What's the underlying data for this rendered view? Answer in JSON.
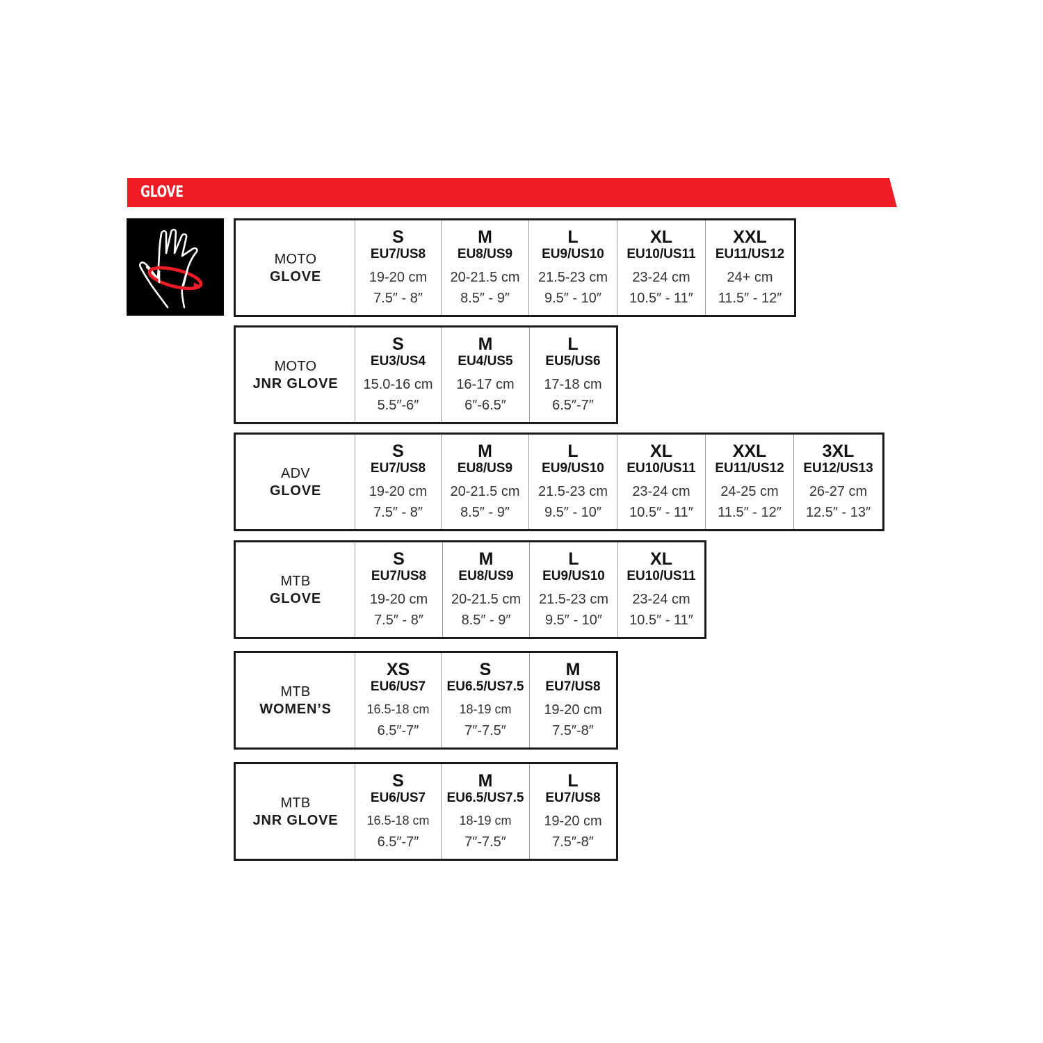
{
  "header": {
    "title": "GLOVE",
    "band_color": "#ee1c25"
  },
  "hand_icon": {
    "name": "hand-measure-icon",
    "ring_color": "#ee1c25"
  },
  "tables": [
    {
      "id": "moto-glove",
      "label_line1": "MOTO",
      "label_line2": "GLOVE",
      "sizes": [
        {
          "size": "S",
          "eu_us": "EU7/US8",
          "cm": "19-20 cm",
          "inches": "7.5″ - 8″"
        },
        {
          "size": "M",
          "eu_us": "EU8/US9",
          "cm": "20-21.5 cm",
          "inches": "8.5″ - 9″"
        },
        {
          "size": "L",
          "eu_us": "EU9/US10",
          "cm": "21.5-23 cm",
          "inches": "9.5″ - 10″"
        },
        {
          "size": "XL",
          "eu_us": "EU10/US11",
          "cm": "23-24 cm",
          "inches": "10.5″ - 11″"
        },
        {
          "size": "XXL",
          "eu_us": "EU11/US12",
          "cm": "24+ cm",
          "inches": "11.5″ - 12″"
        }
      ]
    },
    {
      "id": "moto-jnr-glove",
      "label_line1": "MOTO",
      "label_line2": "JNR GLOVE",
      "sizes": [
        {
          "size": "S",
          "eu_us": "EU3/US4",
          "cm": "15.0-16 cm",
          "inches": "5.5″-6″"
        },
        {
          "size": "M",
          "eu_us": "EU4/US5",
          "cm": "16-17 cm",
          "inches": "6″-6.5″"
        },
        {
          "size": "L",
          "eu_us": "EU5/US6",
          "cm": "17-18 cm",
          "inches": "6.5″-7″"
        }
      ]
    },
    {
      "id": "adv-glove",
      "label_line1": "ADV",
      "label_line2": "GLOVE",
      "sizes": [
        {
          "size": "S",
          "eu_us": "EU7/US8",
          "cm": "19-20 cm",
          "inches": "7.5″ - 8″"
        },
        {
          "size": "M",
          "eu_us": "EU8/US9",
          "cm": "20-21.5 cm",
          "inches": "8.5″ - 9″"
        },
        {
          "size": "L",
          "eu_us": "EU9/US10",
          "cm": "21.5-23 cm",
          "inches": "9.5″ - 10″"
        },
        {
          "size": "XL",
          "eu_us": "EU10/US11",
          "cm": "23-24 cm",
          "inches": "10.5″ - 11″"
        },
        {
          "size": "XXL",
          "eu_us": "EU11/US12",
          "cm": "24-25 cm",
          "inches": "11.5″ - 12″"
        },
        {
          "size": "3XL",
          "eu_us": "EU12/US13",
          "cm": "26-27 cm",
          "inches": "12.5″ - 13″"
        }
      ]
    },
    {
      "id": "mtb-glove",
      "label_line1": "MTB",
      "label_line2": "GLOVE",
      "sizes": [
        {
          "size": "S",
          "eu_us": "EU7/US8",
          "cm": "19-20 cm",
          "inches": "7.5″ - 8″"
        },
        {
          "size": "M",
          "eu_us": "EU8/US9",
          "cm": "20-21.5 cm",
          "inches": "8.5″ - 9″"
        },
        {
          "size": "L",
          "eu_us": "EU9/US10",
          "cm": "21.5-23 cm",
          "inches": "9.5″ - 10″"
        },
        {
          "size": "XL",
          "eu_us": "EU10/US11",
          "cm": "23-24 cm",
          "inches": "10.5″ - 11″"
        }
      ]
    },
    {
      "id": "mtb-womens",
      "label_line1": "MTB",
      "label_line2": "WOMEN’S",
      "sizes": [
        {
          "size": "XS",
          "eu_us": "EU6/US7",
          "cm": "16.5-18 cm",
          "inches": "6.5″-7″"
        },
        {
          "size": "S",
          "eu_us": "EU6.5/US7.5",
          "cm": "18-19 cm",
          "inches": "7″-7.5″"
        },
        {
          "size": "M",
          "eu_us": "EU7/US8",
          "cm": "19-20 cm",
          "inches": "7.5″-8″"
        }
      ]
    },
    {
      "id": "mtb-jnr-glove",
      "label_line1": "MTB",
      "label_line2": "JNR GLOVE",
      "sizes": [
        {
          "size": "S",
          "eu_us": "EU6/US7",
          "cm": "16.5-18 cm",
          "inches": "6.5″-7″"
        },
        {
          "size": "M",
          "eu_us": "EU6.5/US7.5",
          "cm": "18-19 cm",
          "inches": "7″-7.5″"
        },
        {
          "size": "L",
          "eu_us": "EU7/US8",
          "cm": "19-20 cm",
          "inches": "7.5″-8″"
        }
      ]
    }
  ]
}
